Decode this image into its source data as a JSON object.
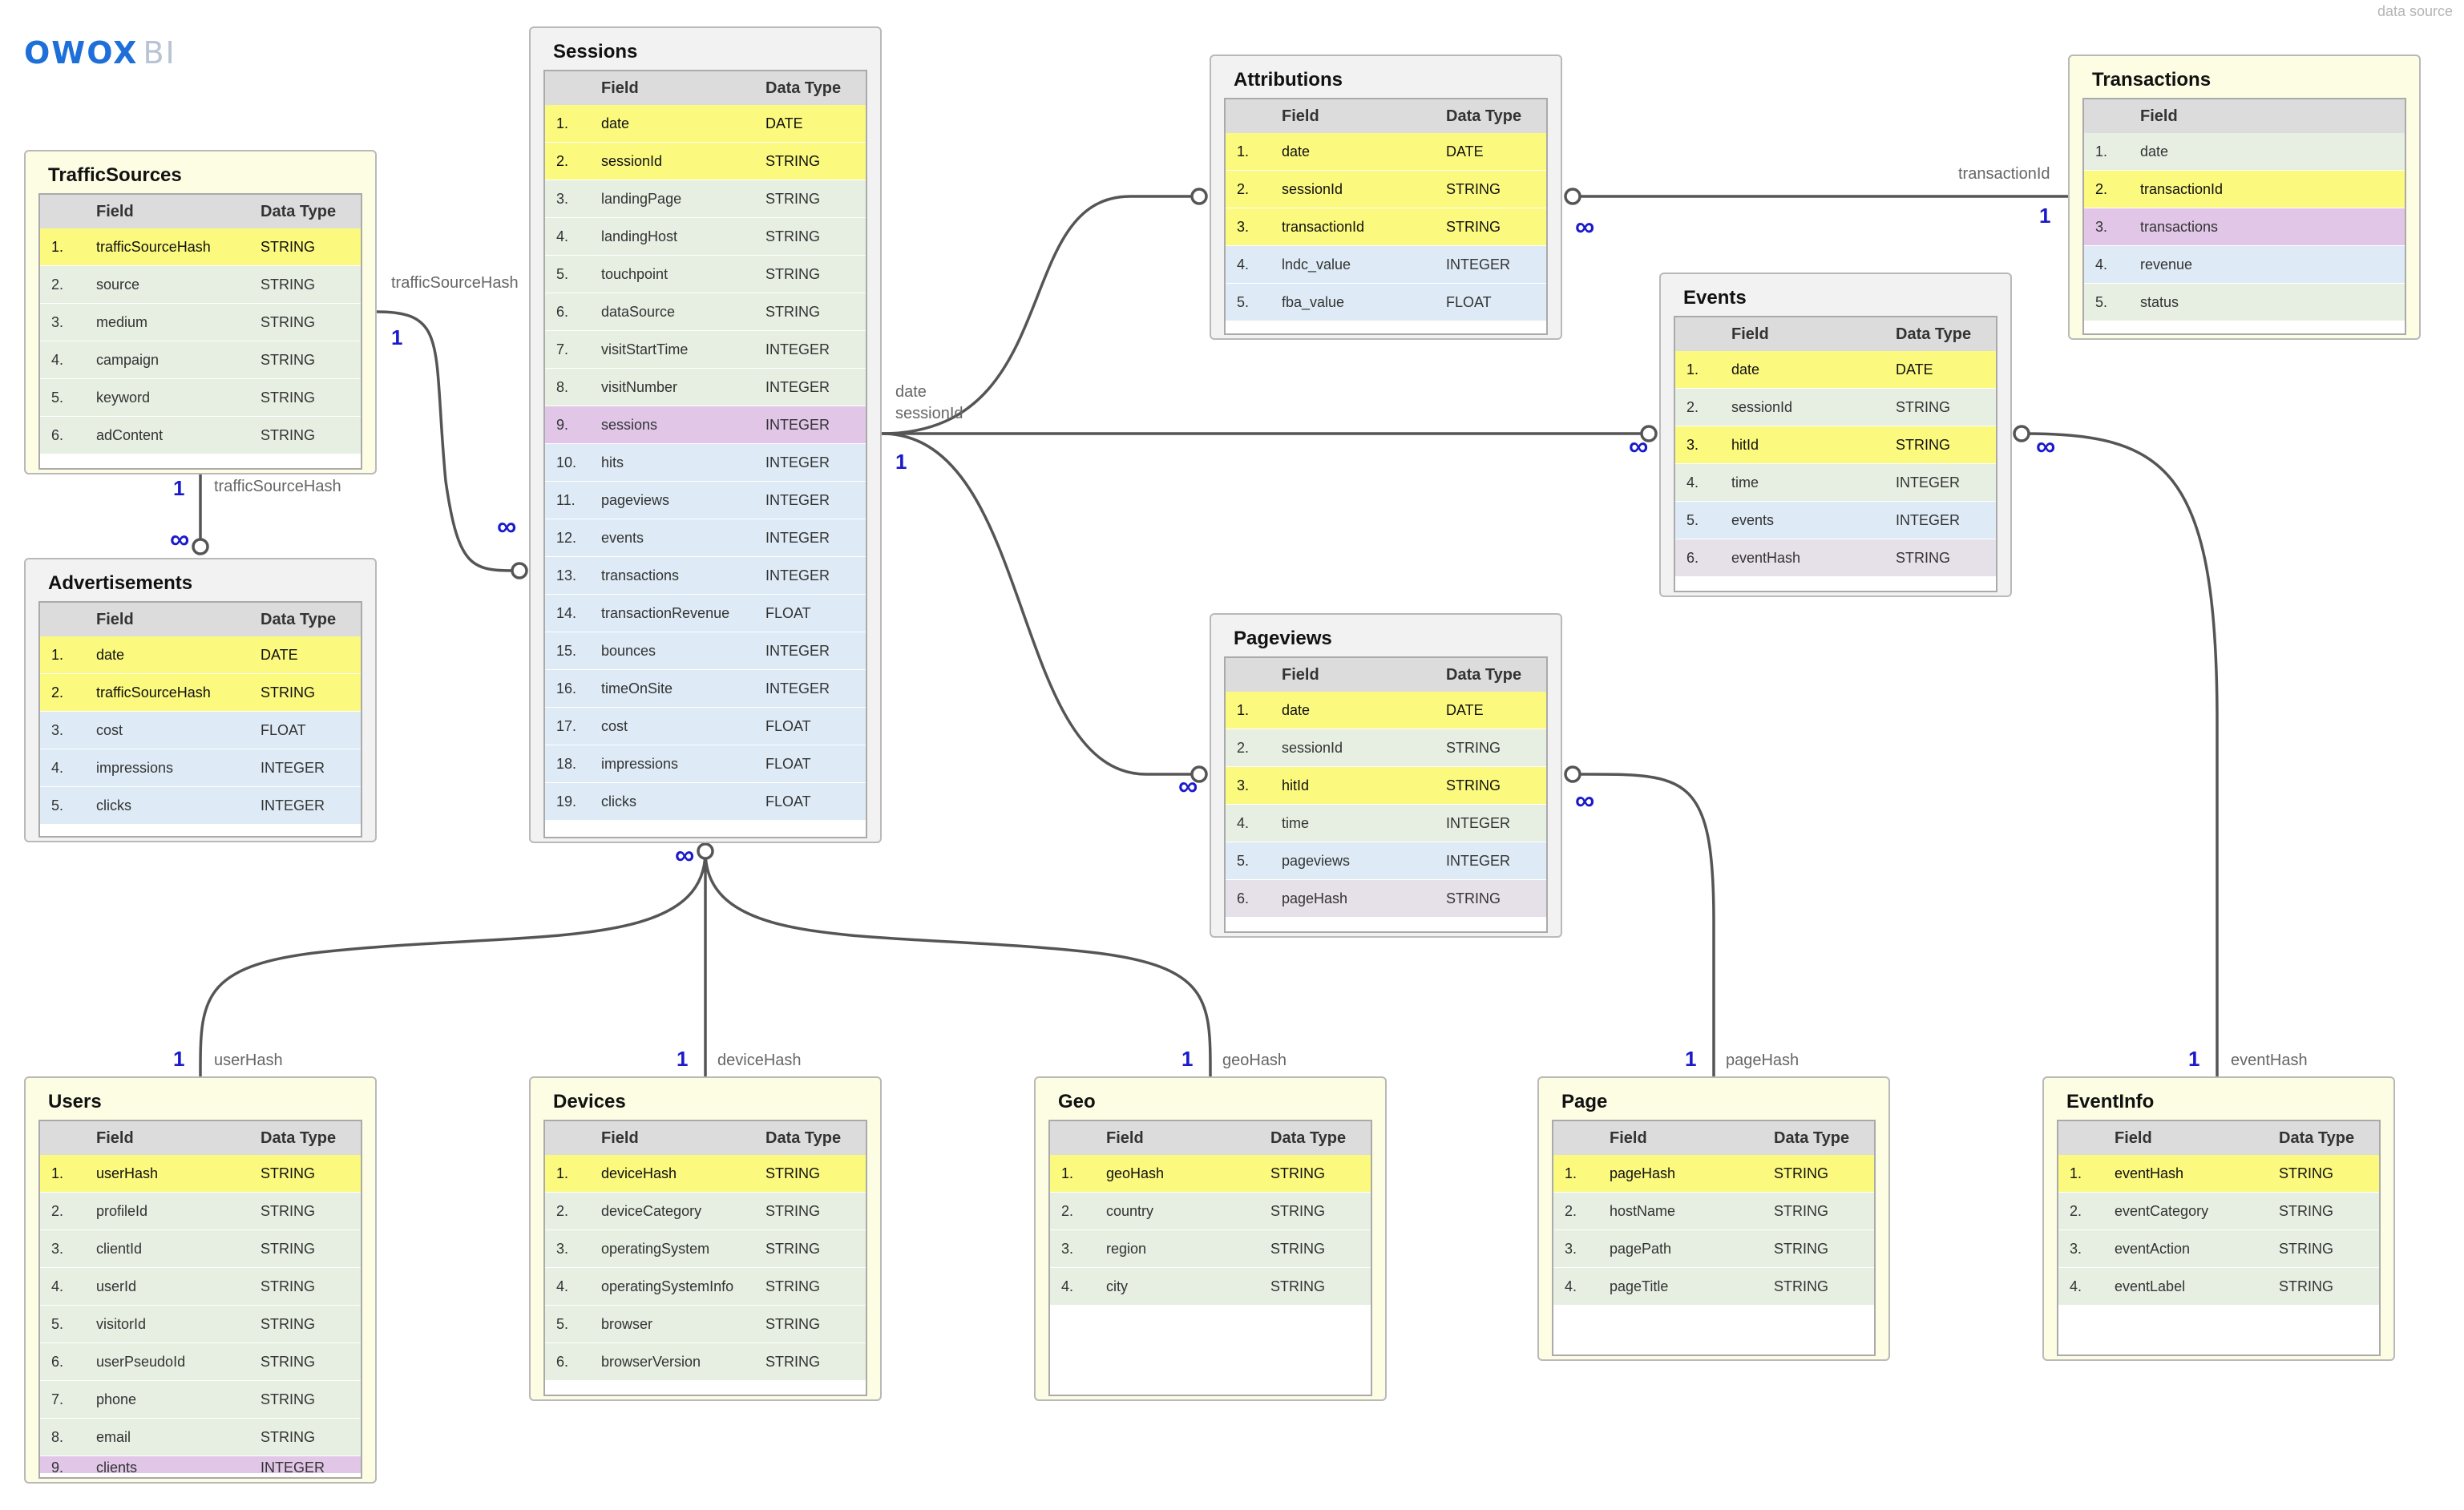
{
  "brand": {
    "logo_main": "OWOX",
    "logo_sub": "BI"
  },
  "corner_label": "data source",
  "headers": {
    "field": "Field",
    "type": "Data Type"
  },
  "tables": {
    "sessions": {
      "title": "Sessions",
      "rows": [
        {
          "n": "1.",
          "f": "date",
          "t": "DATE",
          "c": "key"
        },
        {
          "n": "2.",
          "f": "sessionId",
          "t": "STRING",
          "c": "key"
        },
        {
          "n": "3.",
          "f": "landingPage",
          "t": "STRING",
          "c": "green"
        },
        {
          "n": "4.",
          "f": "landingHost",
          "t": "STRING",
          "c": "green"
        },
        {
          "n": "5.",
          "f": "touchpoint",
          "t": "STRING",
          "c": "green"
        },
        {
          "n": "6.",
          "f": "dataSource",
          "t": "STRING",
          "c": "green"
        },
        {
          "n": "7.",
          "f": "visitStartTime",
          "t": "INTEGER",
          "c": "green"
        },
        {
          "n": "8.",
          "f": "visitNumber",
          "t": "INTEGER",
          "c": "green"
        },
        {
          "n": "9.",
          "f": "sessions",
          "t": "INTEGER",
          "c": "purple"
        },
        {
          "n": "10.",
          "f": "hits",
          "t": "INTEGER",
          "c": "blue"
        },
        {
          "n": "11.",
          "f": "pageviews",
          "t": "INTEGER",
          "c": "blue"
        },
        {
          "n": "12.",
          "f": "events",
          "t": "INTEGER",
          "c": "blue"
        },
        {
          "n": "13.",
          "f": "transactions",
          "t": "INTEGER",
          "c": "blue"
        },
        {
          "n": "14.",
          "f": "transactionRevenue",
          "t": "FLOAT",
          "c": "blue"
        },
        {
          "n": "15.",
          "f": "bounces",
          "t": "INTEGER",
          "c": "blue"
        },
        {
          "n": "16.",
          "f": "timeOnSite",
          "t": "INTEGER",
          "c": "blue"
        },
        {
          "n": "17.",
          "f": "cost",
          "t": "FLOAT",
          "c": "blue"
        },
        {
          "n": "18.",
          "f": "impressions",
          "t": "FLOAT",
          "c": "blue"
        },
        {
          "n": "19.",
          "f": "clicks",
          "t": "FLOAT",
          "c": "blue"
        }
      ]
    },
    "trafficsources": {
      "title": "TrafficSources",
      "rows": [
        {
          "n": "1.",
          "f": "trafficSourceHash",
          "t": "STRING",
          "c": "key"
        },
        {
          "n": "2.",
          "f": "source",
          "t": "STRING",
          "c": "green"
        },
        {
          "n": "3.",
          "f": "medium",
          "t": "STRING",
          "c": "green"
        },
        {
          "n": "4.",
          "f": "campaign",
          "t": "STRING",
          "c": "green"
        },
        {
          "n": "5.",
          "f": "keyword",
          "t": "STRING",
          "c": "green"
        },
        {
          "n": "6.",
          "f": "adContent",
          "t": "STRING",
          "c": "green"
        }
      ]
    },
    "advertisements": {
      "title": "Advertisements",
      "rows": [
        {
          "n": "1.",
          "f": "date",
          "t": "DATE",
          "c": "key"
        },
        {
          "n": "2.",
          "f": "trafficSourceHash",
          "t": "STRING",
          "c": "key"
        },
        {
          "n": "3.",
          "f": "cost",
          "t": "FLOAT",
          "c": "blue"
        },
        {
          "n": "4.",
          "f": "impressions",
          "t": "INTEGER",
          "c": "blue"
        },
        {
          "n": "5.",
          "f": "clicks",
          "t": "INTEGER",
          "c": "blue"
        }
      ]
    },
    "attributions": {
      "title": "Attributions",
      "rows": [
        {
          "n": "1.",
          "f": "date",
          "t": "DATE",
          "c": "key"
        },
        {
          "n": "2.",
          "f": "sessionId",
          "t": "STRING",
          "c": "key"
        },
        {
          "n": "3.",
          "f": "transactionId",
          "t": "STRING",
          "c": "key"
        },
        {
          "n": "4.",
          "f": "lndc_value",
          "t": "INTEGER",
          "c": "blue"
        },
        {
          "n": "5.",
          "f": "fba_value",
          "t": "FLOAT",
          "c": "blue"
        }
      ]
    },
    "transactions": {
      "title": "Transactions",
      "rows": [
        {
          "n": "1.",
          "f": "date",
          "t": "",
          "c": "green"
        },
        {
          "n": "2.",
          "f": "transactionId",
          "t": "",
          "c": "key"
        },
        {
          "n": "3.",
          "f": "transactions",
          "t": "",
          "c": "purple"
        },
        {
          "n": "4.",
          "f": "revenue",
          "t": "",
          "c": "blue"
        },
        {
          "n": "5.",
          "f": "status",
          "t": "",
          "c": "green"
        }
      ]
    },
    "events": {
      "title": "Events",
      "rows": [
        {
          "n": "1.",
          "f": "date",
          "t": "DATE",
          "c": "key"
        },
        {
          "n": "2.",
          "f": "sessionId",
          "t": "STRING",
          "c": "green"
        },
        {
          "n": "3.",
          "f": "hitId",
          "t": "STRING",
          "c": "key"
        },
        {
          "n": "4.",
          "f": "time",
          "t": "INTEGER",
          "c": "green"
        },
        {
          "n": "5.",
          "f": "events",
          "t": "INTEGER",
          "c": "blue"
        },
        {
          "n": "6.",
          "f": "eventHash",
          "t": "STRING",
          "c": "mauve"
        }
      ]
    },
    "pageviews": {
      "title": "Pageviews",
      "rows": [
        {
          "n": "1.",
          "f": "date",
          "t": "DATE",
          "c": "key"
        },
        {
          "n": "2.",
          "f": "sessionId",
          "t": "STRING",
          "c": "green"
        },
        {
          "n": "3.",
          "f": "hitId",
          "t": "STRING",
          "c": "key"
        },
        {
          "n": "4.",
          "f": "time",
          "t": "INTEGER",
          "c": "green"
        },
        {
          "n": "5.",
          "f": "pageviews",
          "t": "INTEGER",
          "c": "blue"
        },
        {
          "n": "6.",
          "f": "pageHash",
          "t": "STRING",
          "c": "mauve"
        }
      ]
    },
    "users": {
      "title": "Users",
      "rows": [
        {
          "n": "1.",
          "f": "userHash",
          "t": "STRING",
          "c": "key"
        },
        {
          "n": "2.",
          "f": "profileId",
          "t": "STRING",
          "c": "green"
        },
        {
          "n": "3.",
          "f": "clientId",
          "t": "STRING",
          "c": "green"
        },
        {
          "n": "4.",
          "f": "userId",
          "t": "STRING",
          "c": "green"
        },
        {
          "n": "5.",
          "f": "visitorId",
          "t": "STRING",
          "c": "green"
        },
        {
          "n": "6.",
          "f": "userPseudoId",
          "t": "STRING",
          "c": "green"
        },
        {
          "n": "7.",
          "f": "phone",
          "t": "STRING",
          "c": "green"
        },
        {
          "n": "8.",
          "f": "email",
          "t": "STRING",
          "c": "green"
        },
        {
          "n": "9.",
          "f": "clients",
          "t": "INTEGER",
          "c": "purple cut"
        }
      ]
    },
    "devices": {
      "title": "Devices",
      "rows": [
        {
          "n": "1.",
          "f": "deviceHash",
          "t": "STRING",
          "c": "key"
        },
        {
          "n": "2.",
          "f": "deviceCategory",
          "t": "STRING",
          "c": "green"
        },
        {
          "n": "3.",
          "f": "operatingSystem",
          "t": "STRING",
          "c": "green"
        },
        {
          "n": "4.",
          "f": "operatingSystemInfo",
          "t": "STRING",
          "c": "green"
        },
        {
          "n": "5.",
          "f": "browser",
          "t": "STRING",
          "c": "green"
        },
        {
          "n": "6.",
          "f": "browserVersion",
          "t": "STRING",
          "c": "green"
        }
      ]
    },
    "geo": {
      "title": "Geo",
      "rows": [
        {
          "n": "1.",
          "f": "geoHash",
          "t": "STRING",
          "c": "key"
        },
        {
          "n": "2.",
          "f": "country",
          "t": "STRING",
          "c": "green"
        },
        {
          "n": "3.",
          "f": "region",
          "t": "STRING",
          "c": "green"
        },
        {
          "n": "4.",
          "f": "city",
          "t": "STRING",
          "c": "green"
        }
      ]
    },
    "page": {
      "title": "Page",
      "rows": [
        {
          "n": "1.",
          "f": "pageHash",
          "t": "STRING",
          "c": "key"
        },
        {
          "n": "2.",
          "f": "hostName",
          "t": "STRING",
          "c": "green"
        },
        {
          "n": "3.",
          "f": "pagePath",
          "t": "STRING",
          "c": "green"
        },
        {
          "n": "4.",
          "f": "pageTitle",
          "t": "STRING",
          "c": "green"
        }
      ]
    },
    "eventinfo": {
      "title": "EventInfo",
      "rows": [
        {
          "n": "1.",
          "f": "eventHash",
          "t": "STRING",
          "c": "key"
        },
        {
          "n": "2.",
          "f": "eventCategory",
          "t": "STRING",
          "c": "green"
        },
        {
          "n": "3.",
          "f": "eventAction",
          "t": "STRING",
          "c": "green"
        },
        {
          "n": "4.",
          "f": "eventLabel",
          "t": "STRING",
          "c": "green"
        }
      ]
    }
  },
  "relation_labels": {
    "traffic_hash_a": "trafficSourceHash",
    "traffic_hash_b": "trafficSourceHash",
    "date_session_1": "date",
    "date_session_2": "sessionId",
    "transaction_id": "transactionId",
    "user_hash": "userHash",
    "device_hash": "deviceHash",
    "geo_hash": "geoHash",
    "page_hash": "pageHash",
    "event_hash": "eventHash"
  },
  "cardinality": {
    "one": "1",
    "many": "∞"
  },
  "colors": {
    "key": "#fbf97e",
    "green": "#e6efe2",
    "blue": "#deebf6",
    "purple": "#e1c6e8",
    "mauve": "#e6e0e8",
    "connector": "#555555",
    "cardinality": "#1a1acc"
  }
}
